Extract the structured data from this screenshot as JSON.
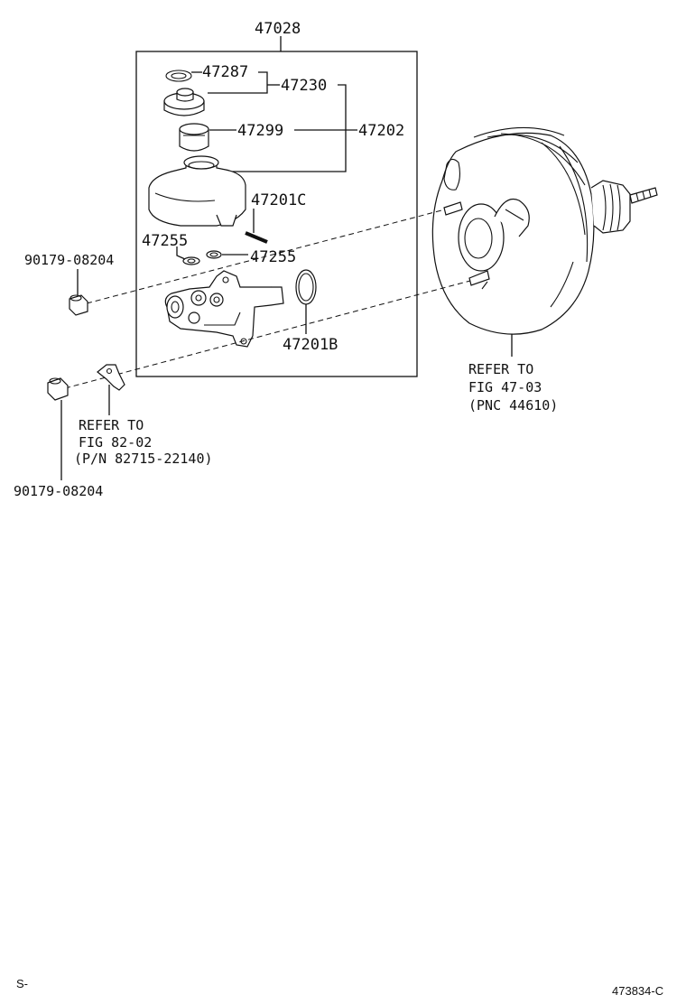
{
  "diagram": {
    "assembly_number": "47028",
    "part_labels": {
      "p47287": "47287",
      "p47230": "47230",
      "p47299": "47299",
      "p47202": "47202",
      "p47201C": "47201C",
      "p47255_left": "47255",
      "p47255_right": "47255",
      "p47201B": "47201B",
      "p90179_top": "90179-08204",
      "p90179_bottom": "90179-08204"
    },
    "booster_reference": {
      "line1": "REFER TO",
      "line2": "FIG 47-03",
      "line3": "(PNC 44610)"
    },
    "bracket_reference": {
      "line1": "REFER TO",
      "line2": "FIG 82-02",
      "line3": "(P/N 82715-22140)"
    },
    "footer": {
      "left_mark": "S-",
      "diagram_code": "473834-C"
    }
  }
}
